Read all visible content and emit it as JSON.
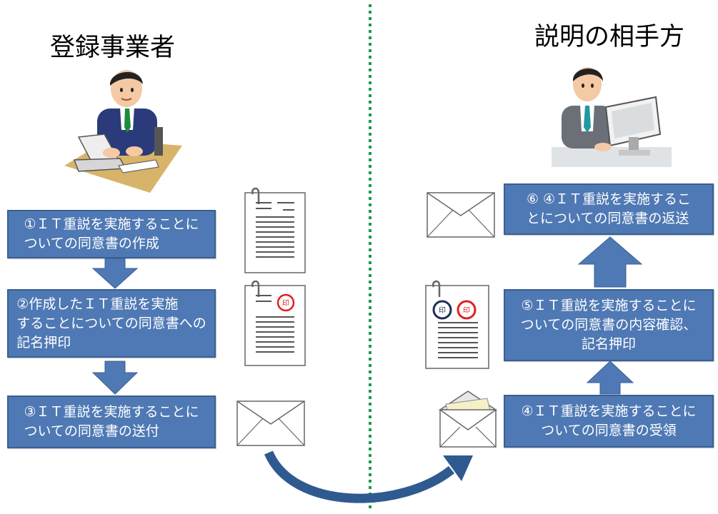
{
  "left_party": {
    "title": "登録事業者"
  },
  "right_party": {
    "title": "説明の相手方"
  },
  "steps": {
    "s1": "①ＩＴ重説を実施することに\nついての同意書の作成",
    "s2": "②作成したＩＴ重説を実施\nすることについての同意書への\n記名押印",
    "s3": "③ＩＴ重説を実施することに\nついての同意書の送付",
    "s4": "④ＩＴ重説を実施することに\nついての同意書の受領",
    "s5": "⑤ＩＴ重説を実施することに\nついての同意書の内容確認、\n記名押印",
    "s6": "⑥ ④ＩＴ重説を実施するこ\nとについての同意書の返送"
  },
  "stamp_label": "印",
  "colors": {
    "step_fill": "#4f79b4",
    "step_border": "#3a5f93",
    "arrow": "#4f79b4",
    "divider": "#1a9a4a",
    "stamp_red": "#e0201e",
    "stamp_navy": "#1f2d5c"
  }
}
